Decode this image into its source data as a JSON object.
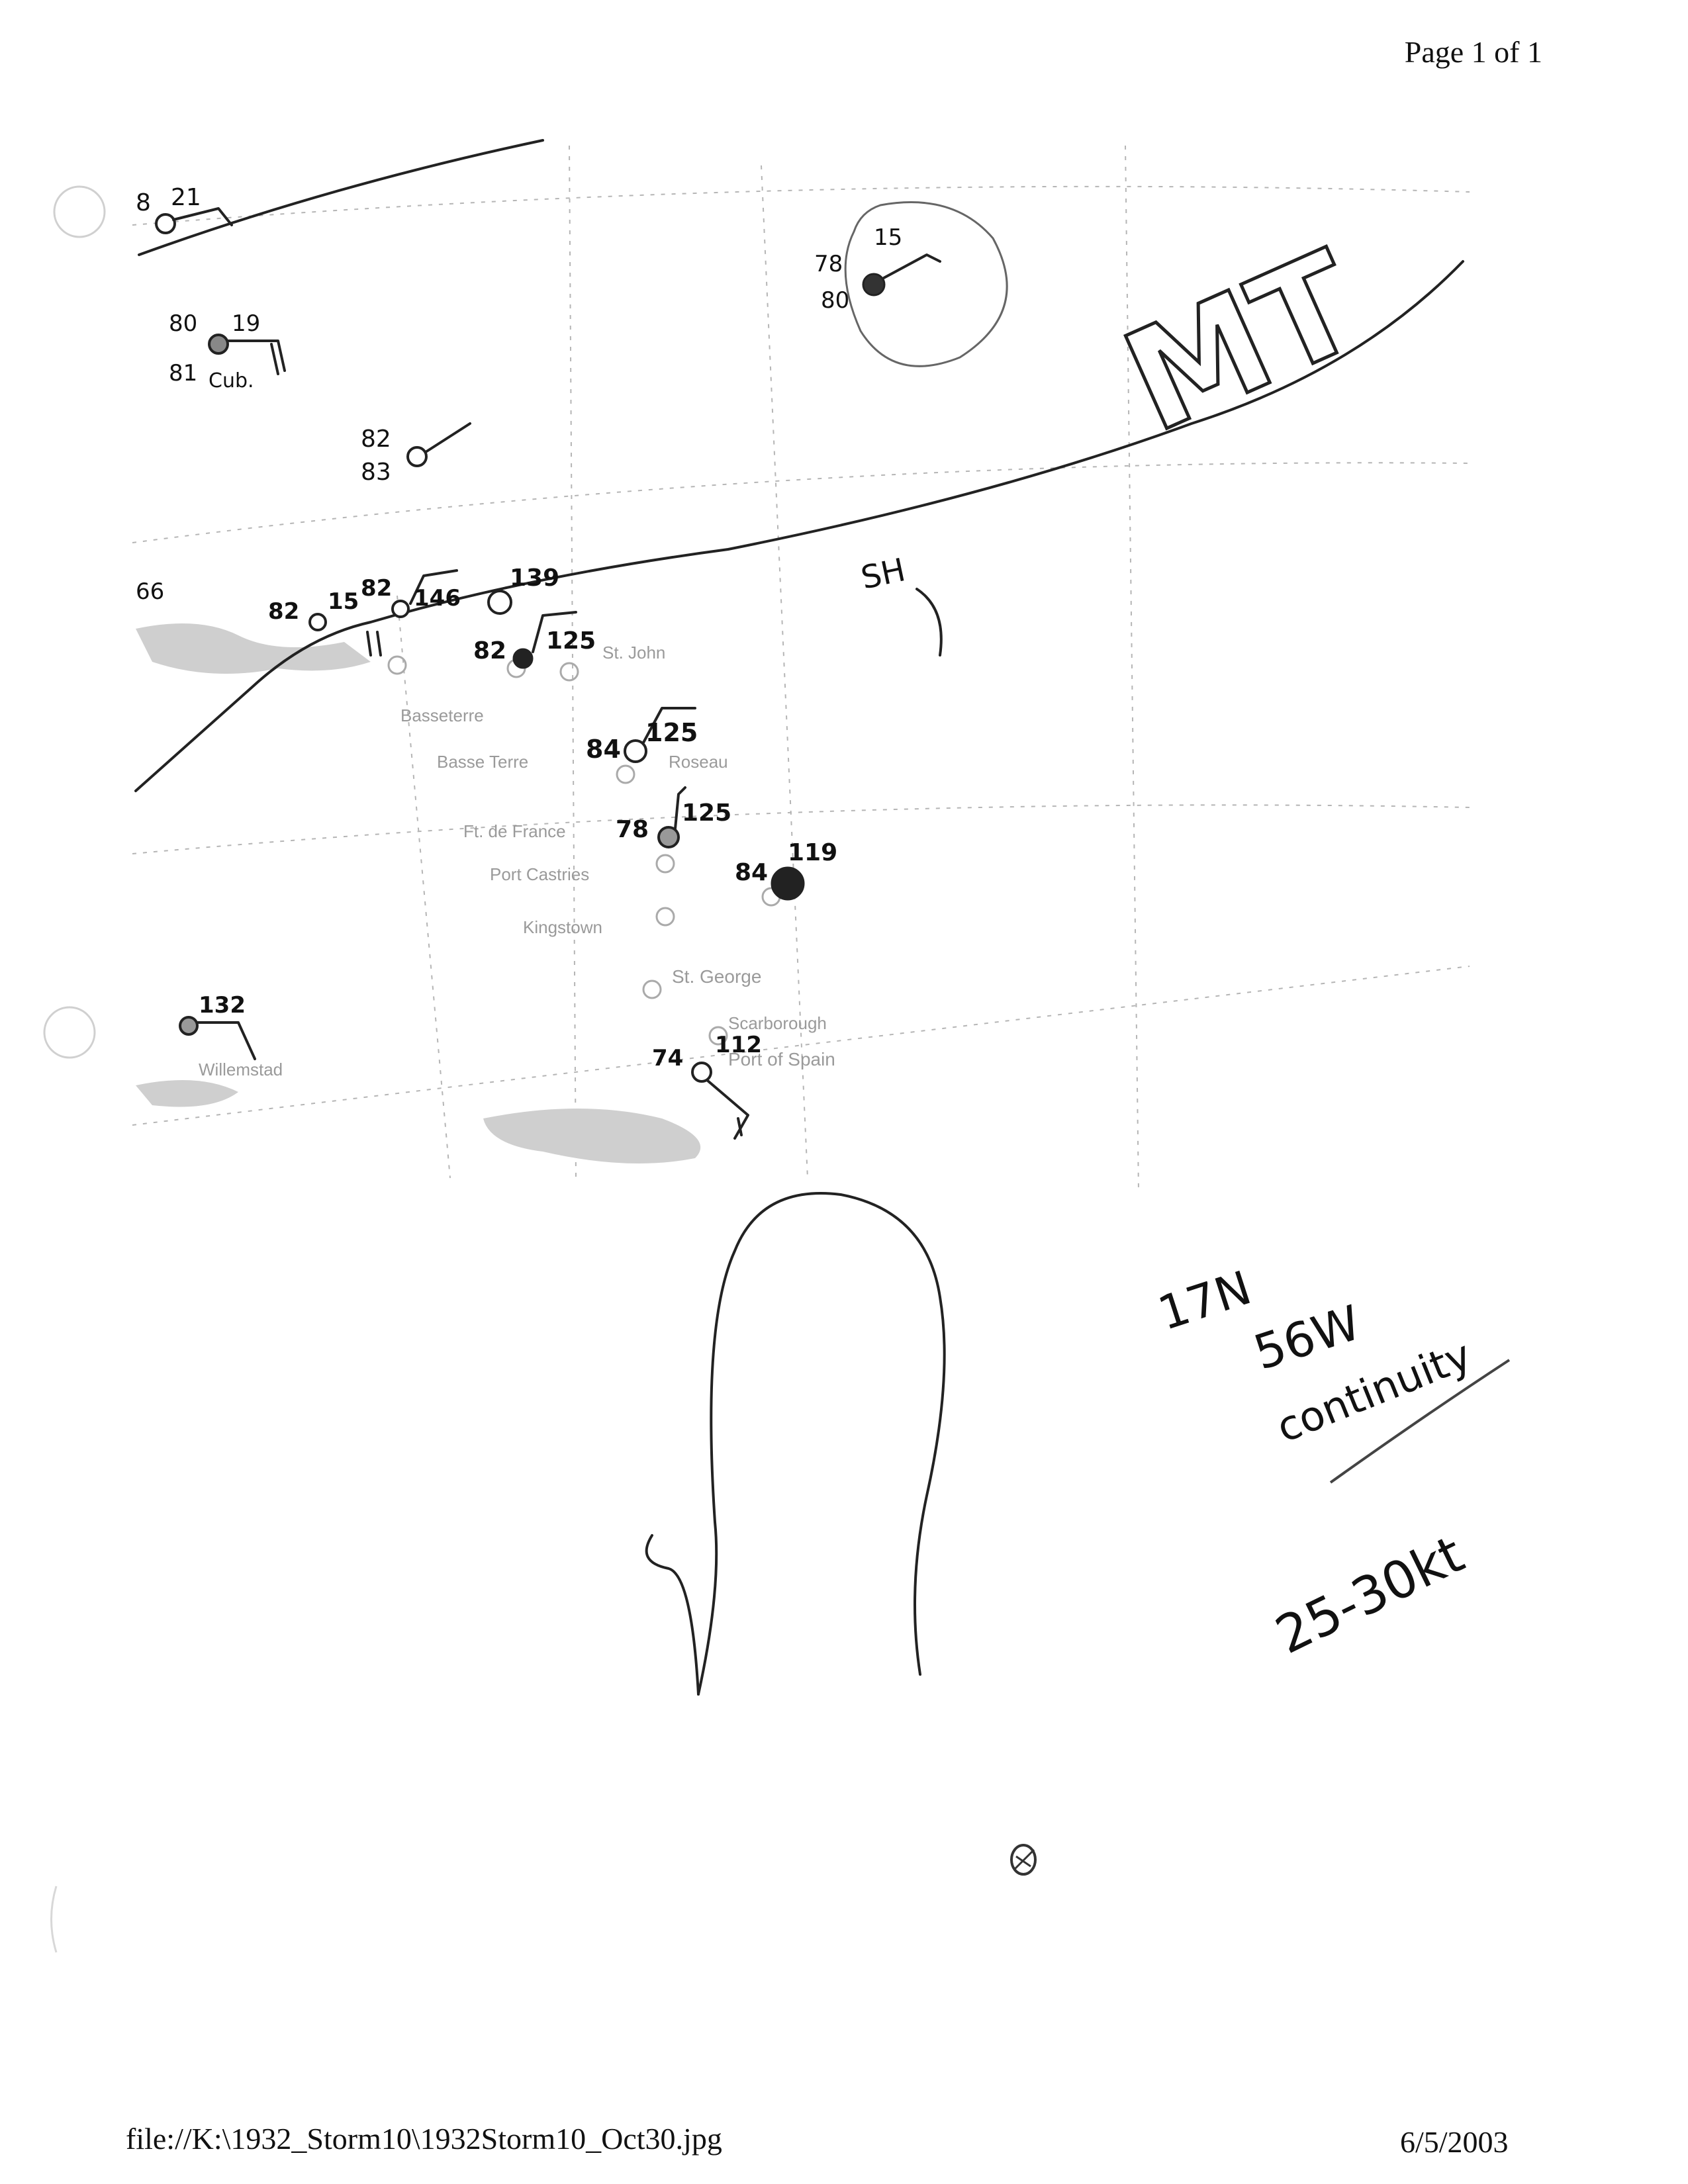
{
  "header": {
    "page_label": "Page 1 of 1"
  },
  "footer": {
    "file_path": "file://K:\\1932_Storm10\\1932Storm10_Oct30.jpg",
    "date": "6/5/2003"
  },
  "map": {
    "front_label": "MT",
    "high_label": "SH",
    "place_names": [
      "Basseterre",
      "Basse Terre",
      "Roseau",
      "Ft. de France",
      "Port Castries",
      "Kingstown",
      "St. George",
      "Scarborough",
      "Port of Spain",
      "Willemstad",
      "St. John"
    ],
    "stations": [
      {
        "temp": "8",
        "pressure": "21"
      },
      {
        "temp": "80",
        "dewpoint": "81",
        "pressure": "19",
        "remark": "Cub."
      },
      {
        "temp": "82",
        "dewpoint": "83"
      },
      {
        "temp": "78",
        "dewpoint": "80",
        "pressure": "15"
      },
      {
        "temp": "82",
        "pressure": "15"
      },
      {
        "temp": "82",
        "pressure": "146"
      },
      {
        "pressure": "139"
      },
      {
        "temp": "82",
        "pressure": "125"
      },
      {
        "temp": "84",
        "pressure": "125"
      },
      {
        "temp": "78",
        "pressure": "125"
      },
      {
        "temp": "84",
        "pressure": "119"
      },
      {
        "pressure": "132"
      },
      {
        "temp": "74",
        "pressure": "112"
      },
      {
        "pressure": "66"
      }
    ]
  },
  "annotations": {
    "position_lat": "17N",
    "position_lon": "56W",
    "note": "continuity",
    "wind_speed": "25-30kt"
  }
}
